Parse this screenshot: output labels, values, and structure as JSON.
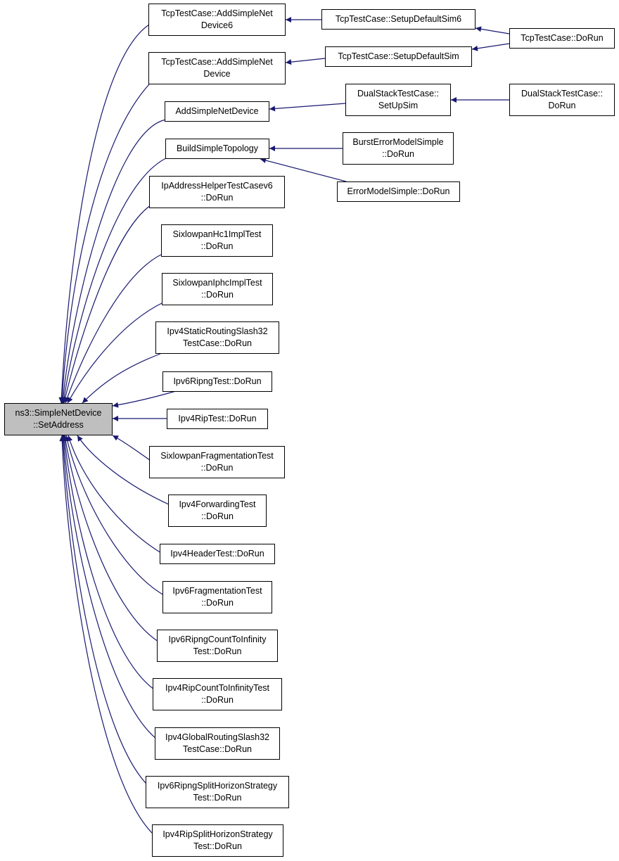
{
  "colors": {
    "edge": "#191970",
    "root_fill": "#bfbfbf",
    "node_fill": "#ffffff",
    "border": "#000000"
  },
  "nodes": {
    "root": {
      "line1": "ns3::SimpleNetDevice",
      "line2": "::SetAddress"
    },
    "add6": {
      "line1": "TcpTestCase::AddSimpleNet",
      "line2": "Device6"
    },
    "addnd": {
      "line1": "TcpTestCase::AddSimpleNet",
      "line2": "Device"
    },
    "addsnd": {
      "line1": "AddSimpleNetDevice"
    },
    "bst": {
      "line1": "BuildSimpleTopology"
    },
    "iah": {
      "line1": "IpAddressHelperTestCasev6",
      "line2": "::DoRun"
    },
    "shc1": {
      "line1": "SixlowpanHc1ImplTest",
      "line2": "::DoRun"
    },
    "siphc": {
      "line1": "SixlowpanIphcImplTest",
      "line2": "::DoRun"
    },
    "ipv4sr": {
      "line1": "Ipv4StaticRoutingSlash32",
      "line2": "TestCase::DoRun"
    },
    "ripng": {
      "line1": "Ipv6RipngTest::DoRun"
    },
    "rip": {
      "line1": "Ipv4RipTest::DoRun"
    },
    "sfrag": {
      "line1": "SixlowpanFragmentationTest",
      "line2": "::DoRun"
    },
    "fwd": {
      "line1": "Ipv4ForwardingTest",
      "line2": "::DoRun"
    },
    "hdr": {
      "line1": "Ipv4HeaderTest::DoRun"
    },
    "v6frag": {
      "line1": "Ipv6FragmentationTest",
      "line2": "::DoRun"
    },
    "ripngcti": {
      "line1": "Ipv6RipngCountToInfinity",
      "line2": "Test::DoRun"
    },
    "ripcti": {
      "line1": "Ipv4RipCountToInfinityTest",
      "line2": "::DoRun"
    },
    "ipv4gr": {
      "line1": "Ipv4GlobalRoutingSlash32",
      "line2": "TestCase::DoRun"
    },
    "ripngsh": {
      "line1": "Ipv6RipngSplitHorizonStrategy",
      "line2": "Test::DoRun"
    },
    "ripsh": {
      "line1": "Ipv4RipSplitHorizonStrategy",
      "line2": "Test::DoRun"
    },
    "sds6": {
      "line1": "TcpTestCase::SetupDefaultSim6"
    },
    "sds": {
      "line1": "TcpTestCase::SetupDefaultSim"
    },
    "dssus": {
      "line1": "DualStackTestCase::",
      "line2": "SetUpSim"
    },
    "bems": {
      "line1": "BurstErrorModelSimple",
      "line2": "::DoRun"
    },
    "ems": {
      "line1": "ErrorModelSimple::DoRun"
    },
    "tcpdorun": {
      "line1": "TcpTestCase::DoRun"
    },
    "dsdorun": {
      "line1": "DualStackTestCase::",
      "line2": "DoRun"
    }
  }
}
